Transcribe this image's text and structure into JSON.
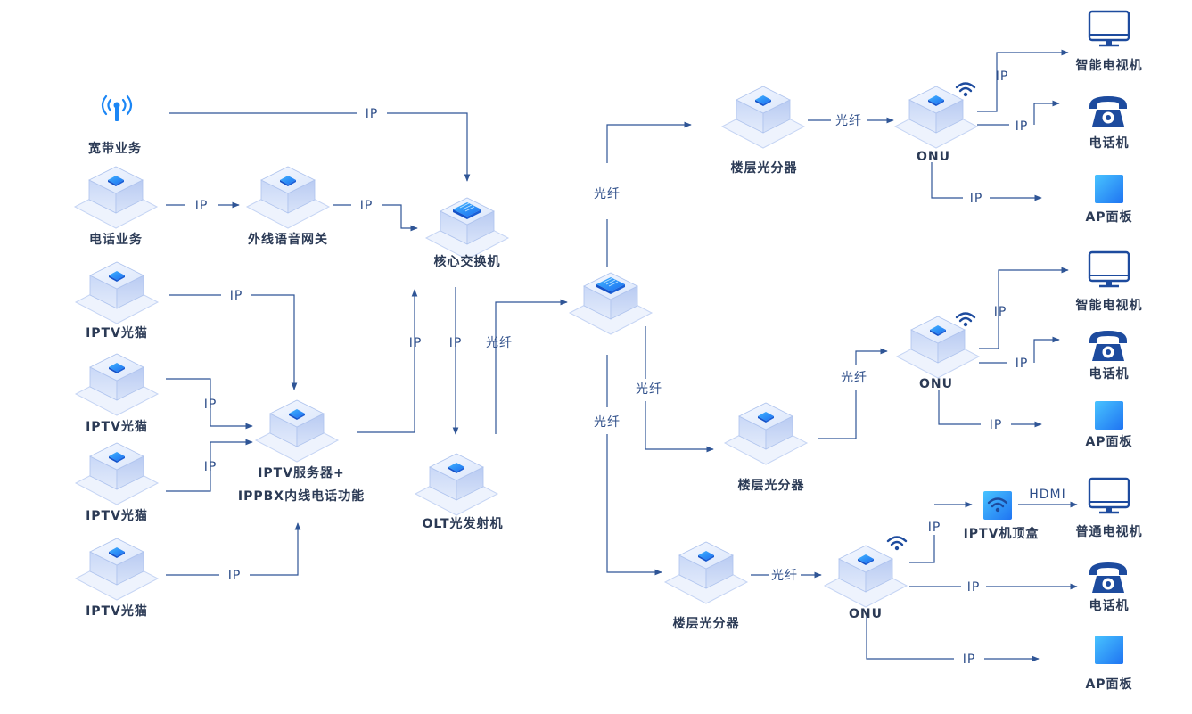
{
  "colors": {
    "wire": "#2f5596",
    "text": "#2b3a55",
    "accent": "#1b86f5",
    "icon_dark": "#1d4b9e"
  },
  "labels": {
    "broadband": "宽带业务",
    "phone_service": "电话业务",
    "voice_gateway": "外线语音网关",
    "core_switch": "核心交换机",
    "iptv_modem": "IPTV光猫",
    "iptv_server_l1": "IPTV服务器+",
    "iptv_server_l2": "IPPBX内线电话功能",
    "olt": "OLT光发射机",
    "floor_splitter": "楼层光分器",
    "onu": "ONU",
    "smart_tv": "智能电视机",
    "telephone": "电话机",
    "ap_panel": "AP面板",
    "iptv_stb": "IPTV机顶盒",
    "normal_tv": "普通电视机"
  },
  "edge_labels": {
    "ip": "IP",
    "fiber": "光纤",
    "hdmi": "HDMI"
  }
}
